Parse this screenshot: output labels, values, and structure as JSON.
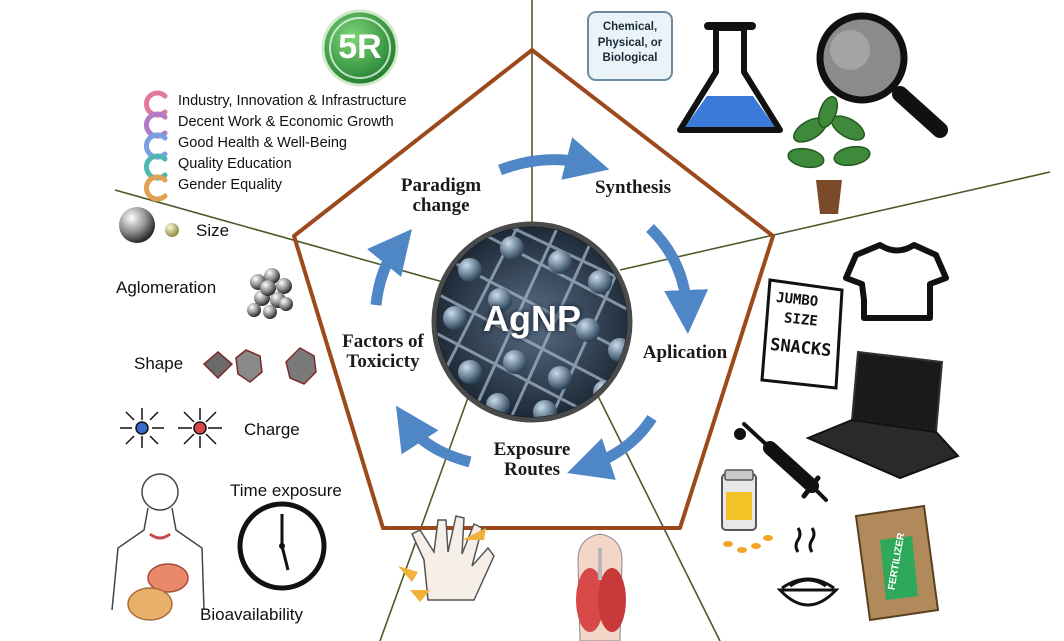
{
  "center_label": "AgNP",
  "logo_text": "5R",
  "sdg_items": [
    "Industry, Innovation & Infrastructure",
    "Decent Work & Economic Growth",
    "Good Health & Well-Being",
    "Quality Education",
    "Gender Equality"
  ],
  "cycle_steps": {
    "paradigm": "Paradigm change",
    "synthesis": "Synthesis",
    "application": "Aplication",
    "exposure": "Exposure Routes",
    "toxicity": "Factors of Toxicicty"
  },
  "synthesis_box": "Chemical, Physical, or Biological",
  "toxicity_factors": {
    "size": "Size",
    "agglomeration": "Aglomeration",
    "shape": "Shape",
    "charge": "Charge",
    "time_exposure": "Time exposure",
    "bioavailability": "Bioavailability"
  },
  "product_labels": {
    "snacks_line1": "JUMBO",
    "snacks_line2": "SIZE",
    "snacks_line3": "SNACKS",
    "fertilizer": "FERTILIZER"
  },
  "colors": {
    "pentagon": "#9c4a1c",
    "divider": "#4f5a2a",
    "arrow": "#4f86c6",
    "logo": "#2e9e3a"
  }
}
